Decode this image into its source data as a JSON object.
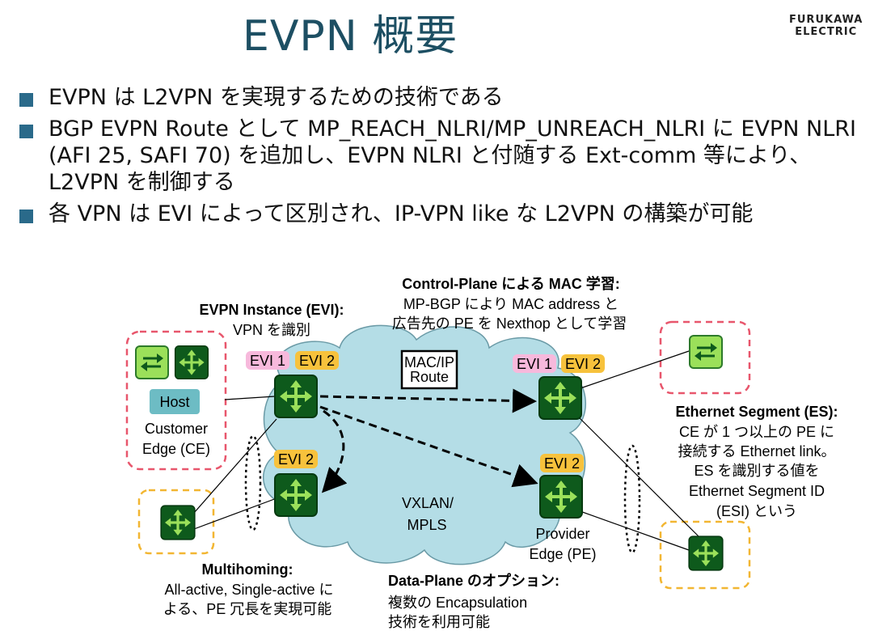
{
  "title": "EVPN 概要",
  "logo": {
    "line1": "FURUKAWA",
    "line2": "ELECTRIC"
  },
  "bullets": [
    "EVPN は L2VPN を実現するための技術である",
    "BGP EVPN Route として MP_REACH_NLRI/MP_UNREACH_NLRI に EVPN NLRI (AFI 25, SAFI 70) を追加し、EVPN NLRI と付随する Ext-comm 等により、L2VPN を制御する",
    "各 VPN は EVI によって区別され、IP-VPN like な L2VPN の構築が可能"
  ],
  "diagram": {
    "control_plane": {
      "title": "Control-Plane による MAC 学習:",
      "line1": "MP-BGP により MAC address と",
      "line2": "広告先の PE を Nexthop として学習"
    },
    "evi_label": {
      "title": "EVPN Instance (EVI):",
      "line1": "VPN を識別"
    },
    "evi_tags": {
      "evi1": "EVI 1",
      "evi2": "EVI 2"
    },
    "macip": {
      "line1": "MAC/IP",
      "line2": "Route"
    },
    "host": "Host",
    "ce_label": {
      "line1": "Customer",
      "line2": "Edge (CE)"
    },
    "network": {
      "line1": "VXLAN/",
      "line2": "MPLS"
    },
    "pe_label": {
      "line1": "Provider",
      "line2": "Edge (PE)"
    },
    "es_label": {
      "title": "Ethernet Segment (ES):",
      "line1": "CE が 1 つ以上の PE に",
      "line2": "接続する Ethernet link。",
      "line3": "ES を識別する値を",
      "line4": "Ethernet Segment ID",
      "line5": "(ESI) という"
    },
    "multihoming": {
      "title": "Multihoming:",
      "line1": "All-active, Single-active に",
      "line2": "よる、PE 冗長を実現可能"
    },
    "data_plane": {
      "title": "Data-Plane のオプション:",
      "line1": "複数の Encapsulation",
      "line2": "技術を利用可能"
    },
    "colors": {
      "cloud": "#b4dde6",
      "router": "#0e5a1c",
      "switch": "#9be05a",
      "evi1": "#f7b9dc",
      "evi2": "#f7c23c",
      "host": "#6dbcc4",
      "pink_dash": "#e8566c",
      "yellow_dash": "#f2b632"
    }
  }
}
